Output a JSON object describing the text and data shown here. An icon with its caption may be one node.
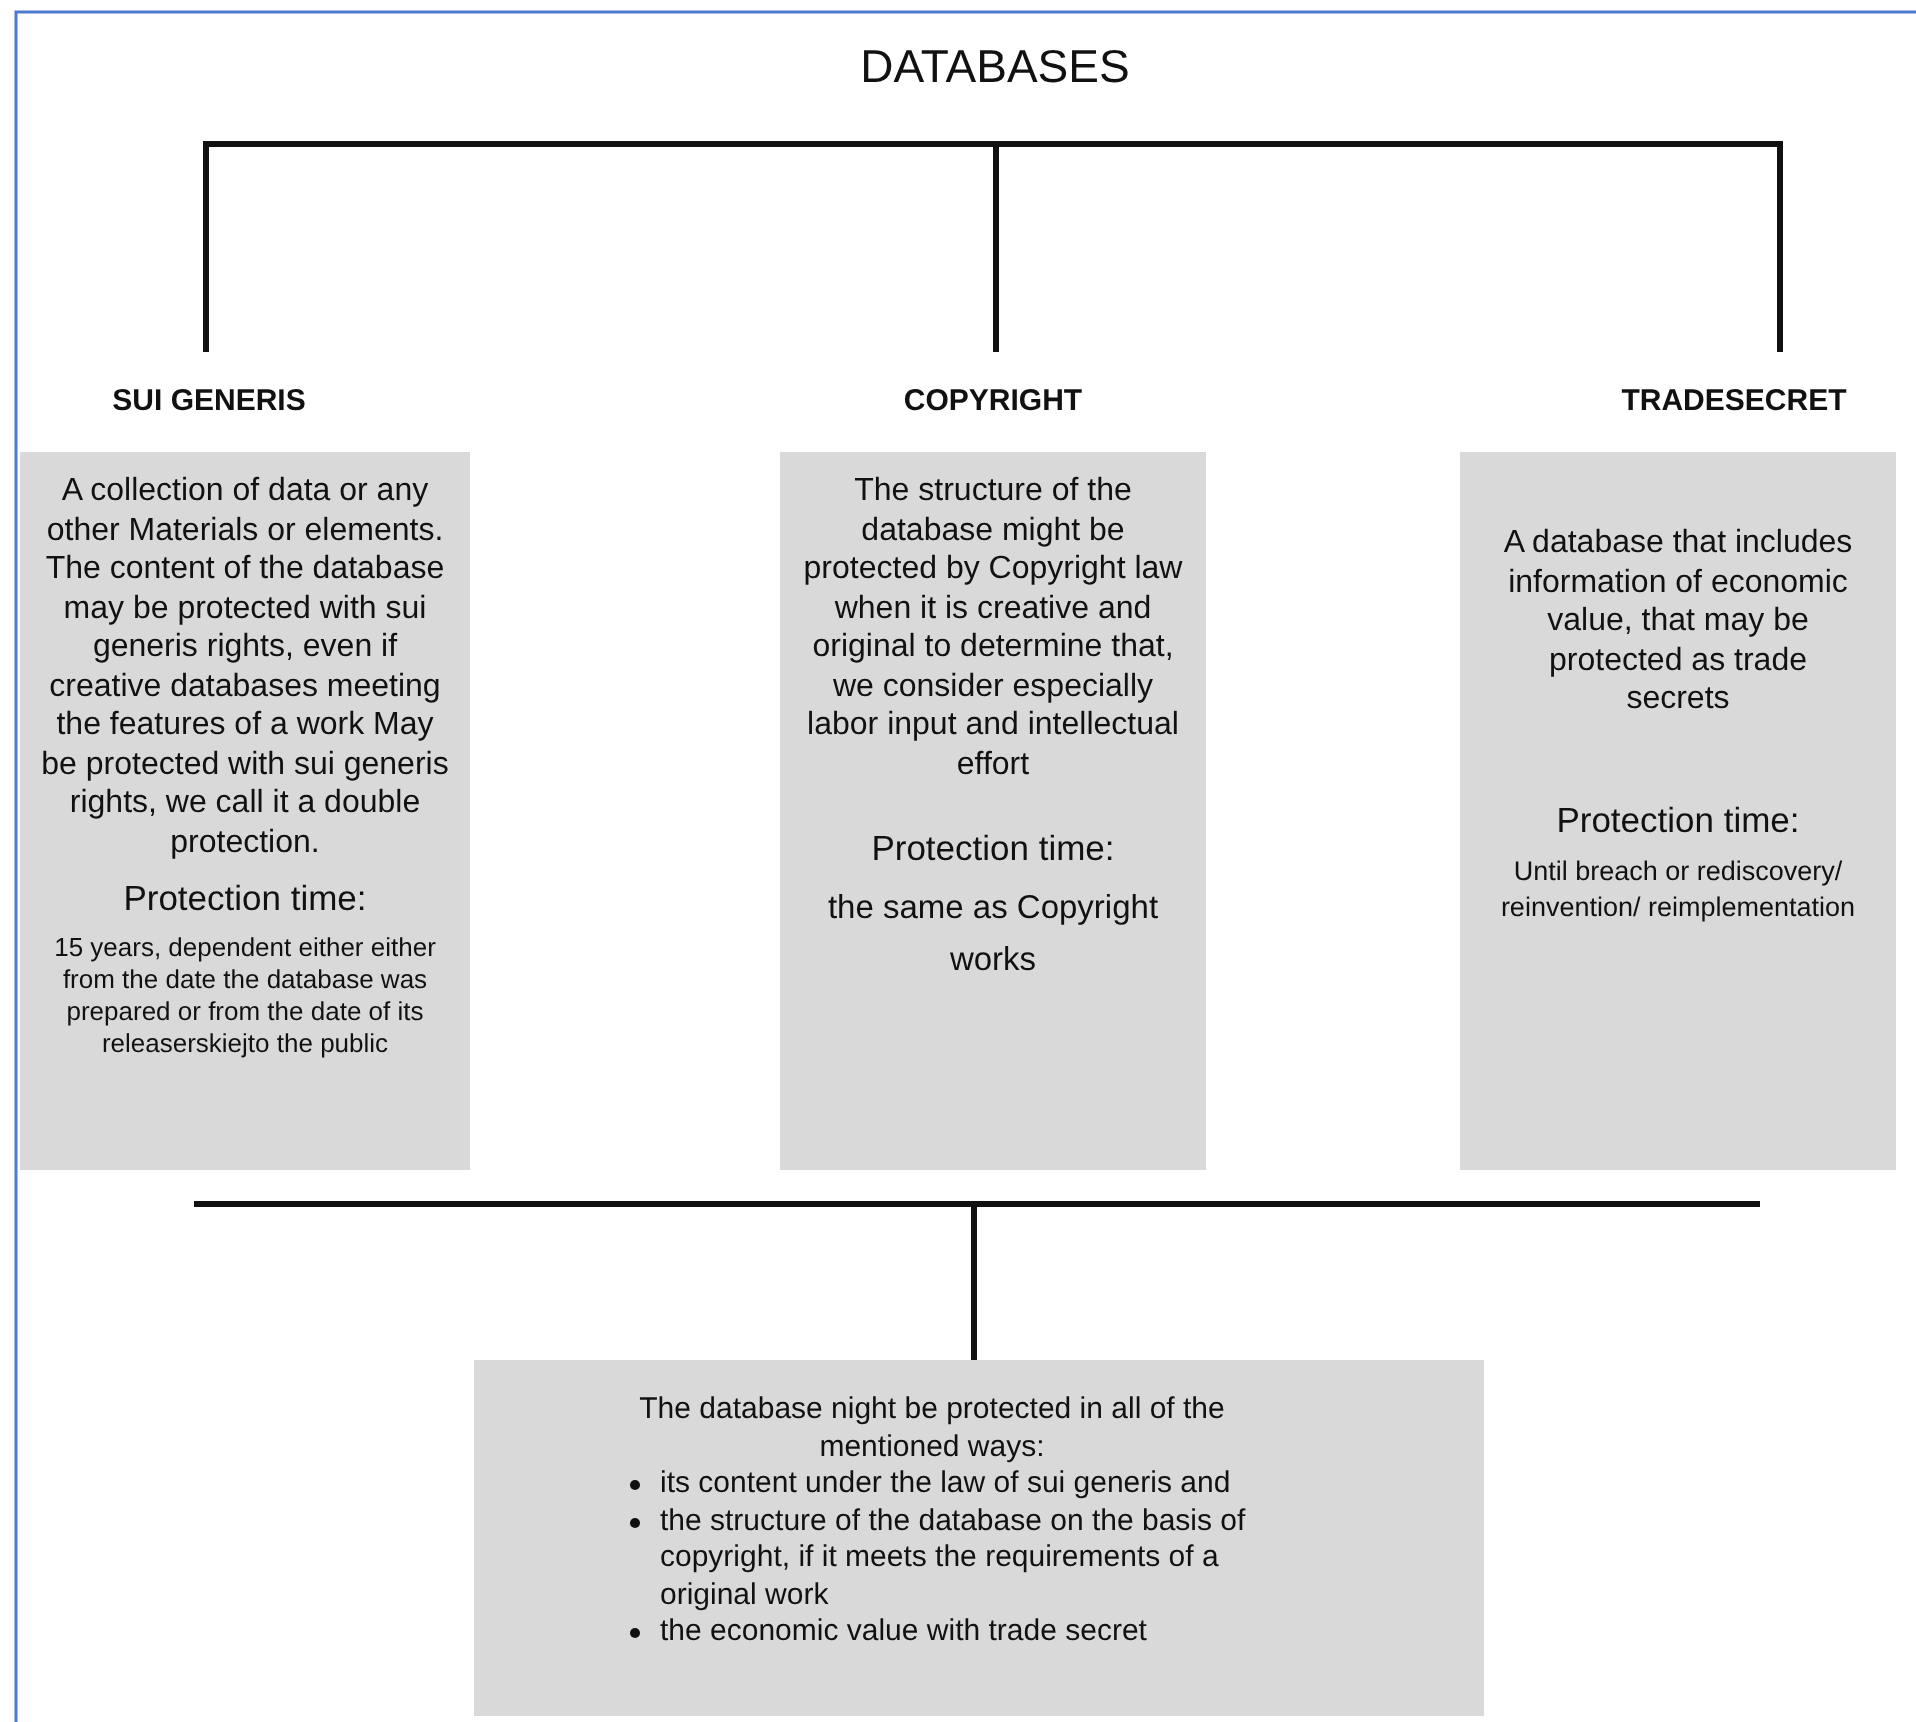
{
  "diagram": {
    "nodes": [
      {
        "text": [
          "DATABASES"
        ]
      },
      {
        "text": [
          "SUI GENERIS",
          "A collection of data or any other Materials or elements. The content of the database may be protected with sui generis rights, even if  creative databases meeting the features of a work May be protected with sui generis rights, we call it a double protection.",
          "Protection time:",
          "15 years, dependent either either from the date the database was prepared or from the date of its releaserskiejto the public"
        ]
      },
      {
        "text": [
          "COPYRIGHT",
          "The structure of the database might be protected by Copyright law when it is creative and original to determine that, we consider especially labor input and intellectual effort",
          "Protection time:",
          "the same as Copyright works"
        ]
      },
      {
        "text": [
          "TRADESECRET",
          "A database  that includes information of economic value, that may  be protected as trade secrets",
          "Protection time:",
          "Until breach or rediscovery/ reinvention/ reimplementation"
        ]
      },
      {
        "text": [
          "The database night be protected in all of the mentioned ways:",
          "its content under the law of sui generis and",
          "the structure of the database on the basis of copyright, if it meets the requirements of a original work",
          "the  economic value with trade secret"
        ]
      }
    ],
    "edges": [
      {
        "from": 0,
        "to": 1,
        "arrow": "none"
      },
      {
        "from": 0,
        "to": 2,
        "arrow": "none"
      },
      {
        "from": 0,
        "to": 3,
        "arrow": "none"
      },
      {
        "from": 1,
        "to": 4,
        "arrow": "none"
      },
      {
        "from": 2,
        "to": 4,
        "arrow": "none"
      },
      {
        "from": 3,
        "to": 4,
        "arrow": "none"
      }
    ]
  }
}
